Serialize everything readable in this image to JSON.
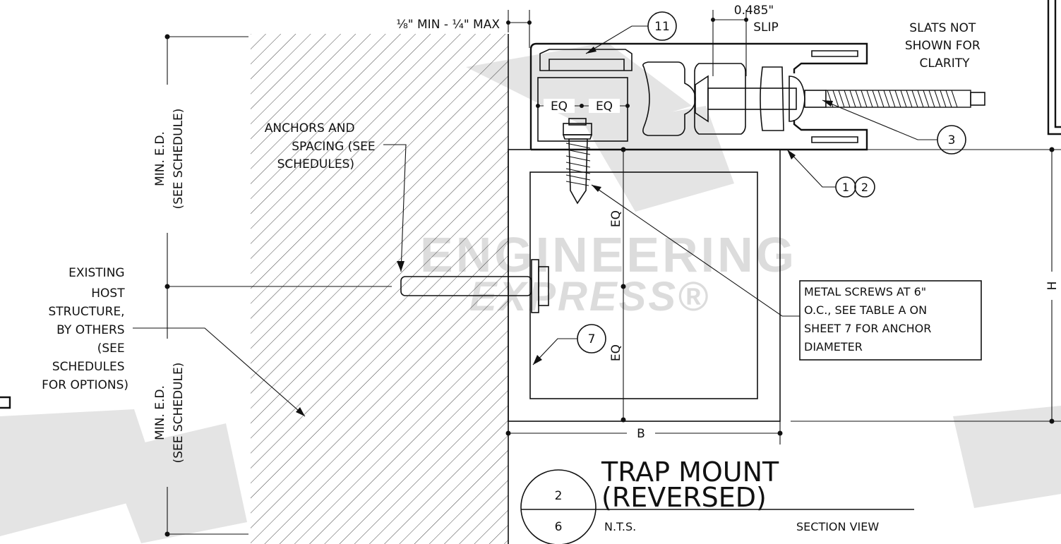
{
  "dimensions": {
    "gap": "⅛\" MIN - ¼\" MAX",
    "slip_value": "0.485\"",
    "slip_label": "SLIP",
    "eq_left": "EQ",
    "eq_right": "EQ",
    "eq_upper": "EQ",
    "eq_lower": "EQ",
    "b": "B",
    "h": "H"
  },
  "notes": {
    "slats_line1": "SLATS NOT",
    "slats_line2": "SHOWN FOR",
    "slats_line3": "CLARITY",
    "anchors_line1": "ANCHORS AND",
    "anchors_line2": "SPACING (SEE",
    "anchors_line3": "SCHEDULES)",
    "ed_upper_line1": "MIN. E.D.",
    "ed_upper_line2": "(SEE SCHEDULE)",
    "ed_lower_line1": "MIN. E.D.",
    "ed_lower_line2": "(SEE SCHEDULE)",
    "host_lines": [
      "EXISTING",
      "HOST",
      "STRUCTURE,",
      "BY OTHERS",
      "(SEE",
      "SCHEDULES",
      "FOR OPTIONS)"
    ],
    "screws_lines": [
      "METAL SCREWS AT 6\"",
      "O.C., SEE TABLE A ON",
      "SHEET 7 FOR ANCHOR",
      "DIAMETER"
    ]
  },
  "callouts": {
    "c11": "11",
    "c3": "3",
    "c1": "1",
    "c2": "2",
    "c7": "7"
  },
  "title_block": {
    "title_line1": "TRAP MOUNT",
    "title_line2": "(REVERSED)",
    "detail_number": "2",
    "sheet_number": "6",
    "scale": "N.T.S.",
    "view": "SECTION VIEW"
  },
  "watermark": {
    "line1": "ENGINEERING",
    "line2": "EXPRESS®"
  },
  "colors": {
    "ink": "#111111",
    "watermark": "#e0e0e0"
  }
}
